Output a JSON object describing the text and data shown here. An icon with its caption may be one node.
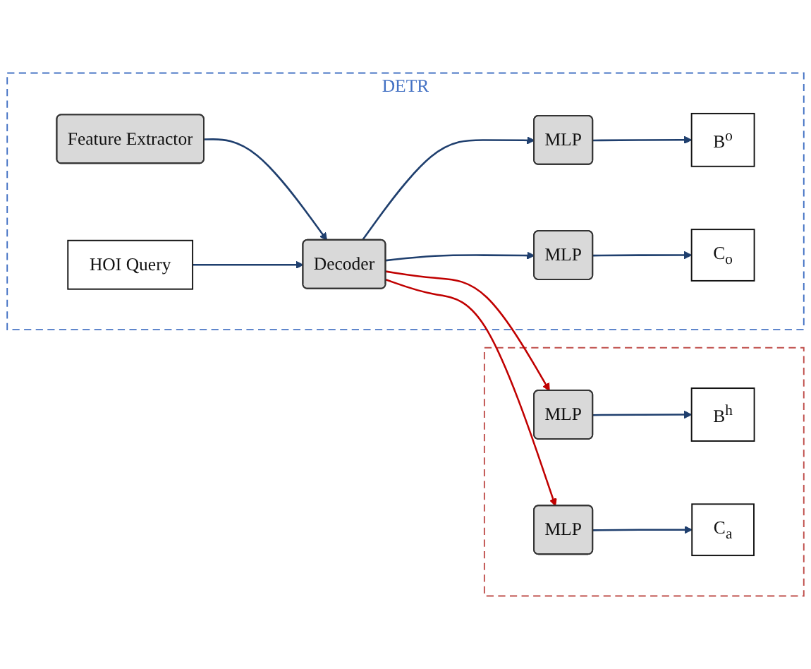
{
  "diagram": {
    "nodes": [
      {
        "text": [
          "DETR"
        ]
      },
      {
        "text": [
          "HOI Query"
        ],
        "in": 0
      },
      {
        "text": [
          "Feature Extractor"
        ],
        "in": 0
      },
      {
        "text": [
          "Decoder"
        ],
        "in": 0
      },
      {
        "text": [
          "MLP"
        ],
        "in": 0
      },
      {
        "text": [
          "B$^{o}$"
        ],
        "in": 0
      },
      {
        "text": [
          "MLP"
        ],
        "in": 0
      },
      {
        "text": [
          "C$_{o}$"
        ],
        "in": 0
      },
      {
        "text": [],
        "shape": "box"
      },
      {
        "text": [
          "MLP"
        ],
        "in": 8
      },
      {
        "text": [
          "B$^{h}$"
        ],
        "in": 8
      },
      {
        "text": [
          "MLP"
        ],
        "in": 8
      },
      {
        "text": [
          "C$_{a}$"
        ],
        "in": 8
      }
    ],
    "edges": [
      {
        "from": 2,
        "to": 3,
        "arrow": "to"
      },
      {
        "from": 1,
        "to": 3,
        "arrow": "to"
      },
      {
        "from": 3,
        "to": 4,
        "arrow": "to"
      },
      {
        "from": 3,
        "to": 6,
        "arrow": "to"
      },
      {
        "from": 4,
        "to": 5,
        "arrow": "to"
      },
      {
        "from": 6,
        "to": 7,
        "arrow": "to"
      },
      {
        "from": 3,
        "to": 9,
        "arrow": "to",
        "color": "#c00000"
      },
      {
        "from": 3,
        "to": 11,
        "arrow": "to",
        "color": "#c00000"
      },
      {
        "from": 9,
        "to": 10,
        "arrow": "to"
      },
      {
        "from": 11,
        "to": 12,
        "arrow": "to"
      }
    ]
  }
}
